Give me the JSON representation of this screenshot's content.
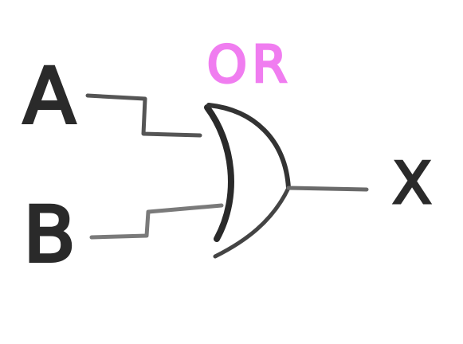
{
  "gate": {
    "label": "OR"
  },
  "inputs": {
    "a": "A",
    "b": "B"
  },
  "output": {
    "x": "X"
  },
  "colors": {
    "gate_label": "#f07df0",
    "ink_dark": "#2a2a2a",
    "ink_mid": "#555555",
    "ink_light": "#8a8a8a",
    "background": "#ffffff"
  }
}
